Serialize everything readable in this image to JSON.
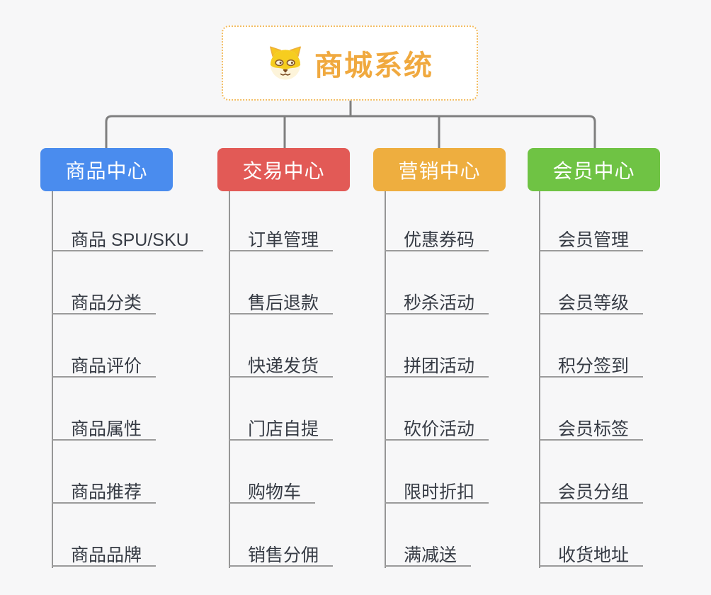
{
  "root": {
    "title": "商城系统",
    "icon": "shiba-dog-icon"
  },
  "branches": [
    {
      "label": "商品中心",
      "color": "#4a8cee",
      "items": [
        "商品 SPU/SKU",
        "商品分类",
        "商品评价",
        "商品属性",
        "商品推荐",
        "商品品牌"
      ]
    },
    {
      "label": "交易中心",
      "color": "#e25a56",
      "items": [
        "订单管理",
        "售后退款",
        "快递发货",
        "门店自提",
        "购物车",
        "销售分佣"
      ]
    },
    {
      "label": "营销中心",
      "color": "#eeae3f",
      "items": [
        "优惠券码",
        "秒杀活动",
        "拼团活动",
        "砍价活动",
        "限时折扣",
        "满减送"
      ]
    },
    {
      "label": "会员中心",
      "color": "#6fc344",
      "items": [
        "会员管理",
        "会员等级",
        "积分签到",
        "会员标签",
        "会员分组",
        "收货地址"
      ]
    }
  ],
  "colors": {
    "background": "#f7f7f8",
    "root_text": "#f0a93f",
    "root_border": "#f3bd62",
    "connector": "#7f7f7f",
    "leaf_line": "#9b9b9b",
    "leaf_text": "#363b44"
  }
}
